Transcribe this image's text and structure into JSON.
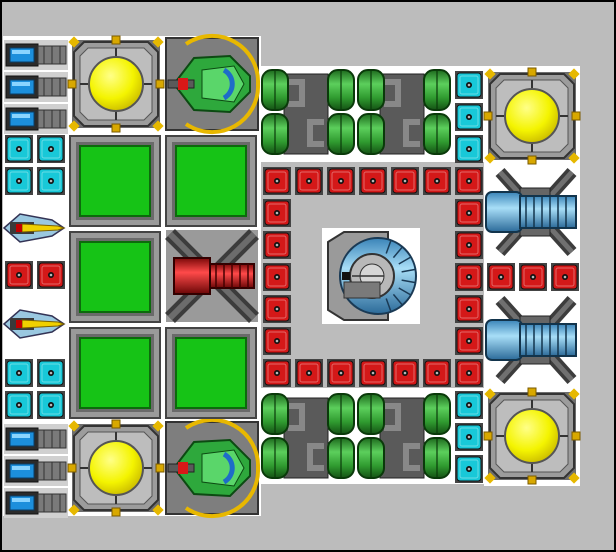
{
  "colors": {
    "background": "#bcbcbc",
    "border": "#000000",
    "reactor_core": "#f4f400",
    "hull_plate": "#16c316",
    "conduit_red": "#d41818",
    "conduit_cyan": "#18c8d8",
    "weapon_green": "#2ea83c",
    "thruster_blue": "#7cc4e8",
    "armor_gray": "#8a8a8a"
  },
  "legend_names": [
    "reactor-module",
    "hull-plate-module",
    "red-conduit-module",
    "cyan-conduit-module",
    "green-turret-module",
    "red-cannon-module",
    "blue-thruster-module",
    "yellow-missile-module",
    "blue-battery-module",
    "green-fuel-tank-module",
    "bridge-command-module"
  ],
  "grid": {
    "columns": 19,
    "rows": 15
  }
}
